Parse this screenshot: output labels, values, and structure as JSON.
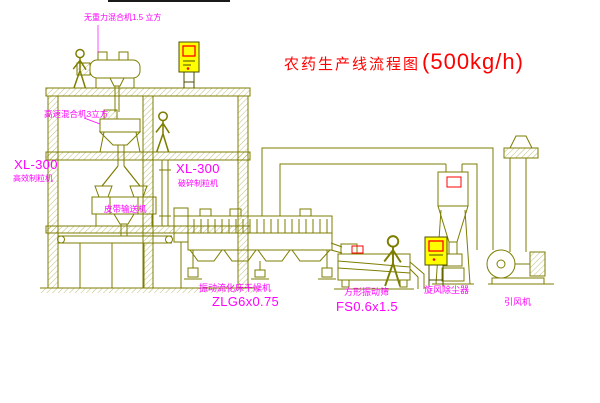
{
  "title": {
    "main": "农药生产线流程图",
    "capacity": "(500kg/h)"
  },
  "labels": {
    "gravity_mixer": "无重力混合机1.5 立方",
    "high_speed_mixer": "高速混合机3立方",
    "granulator_left_model": "XL-300",
    "granulator_left_name": "高效制粒机",
    "granulator_mid_model": "XL-300",
    "granulator_mid_name": "破碎制粒机",
    "belt_conveyor": "皮带输送机",
    "dryer_name": "振动流化床干燥机",
    "dryer_model": "ZLG6x0.75",
    "screen_name": "方形振动筛",
    "screen_model": "FS0.6x1.5",
    "cyclone": "旋风除尘器",
    "fan": "引风机"
  },
  "colors": {
    "drawing_line": "#7d7d00",
    "label_text": "#ff00ff",
    "title_text": "#ff0000",
    "cabinet_fill": "#ffff00",
    "accent_red": "#ff0000",
    "background": "#ffffff"
  }
}
